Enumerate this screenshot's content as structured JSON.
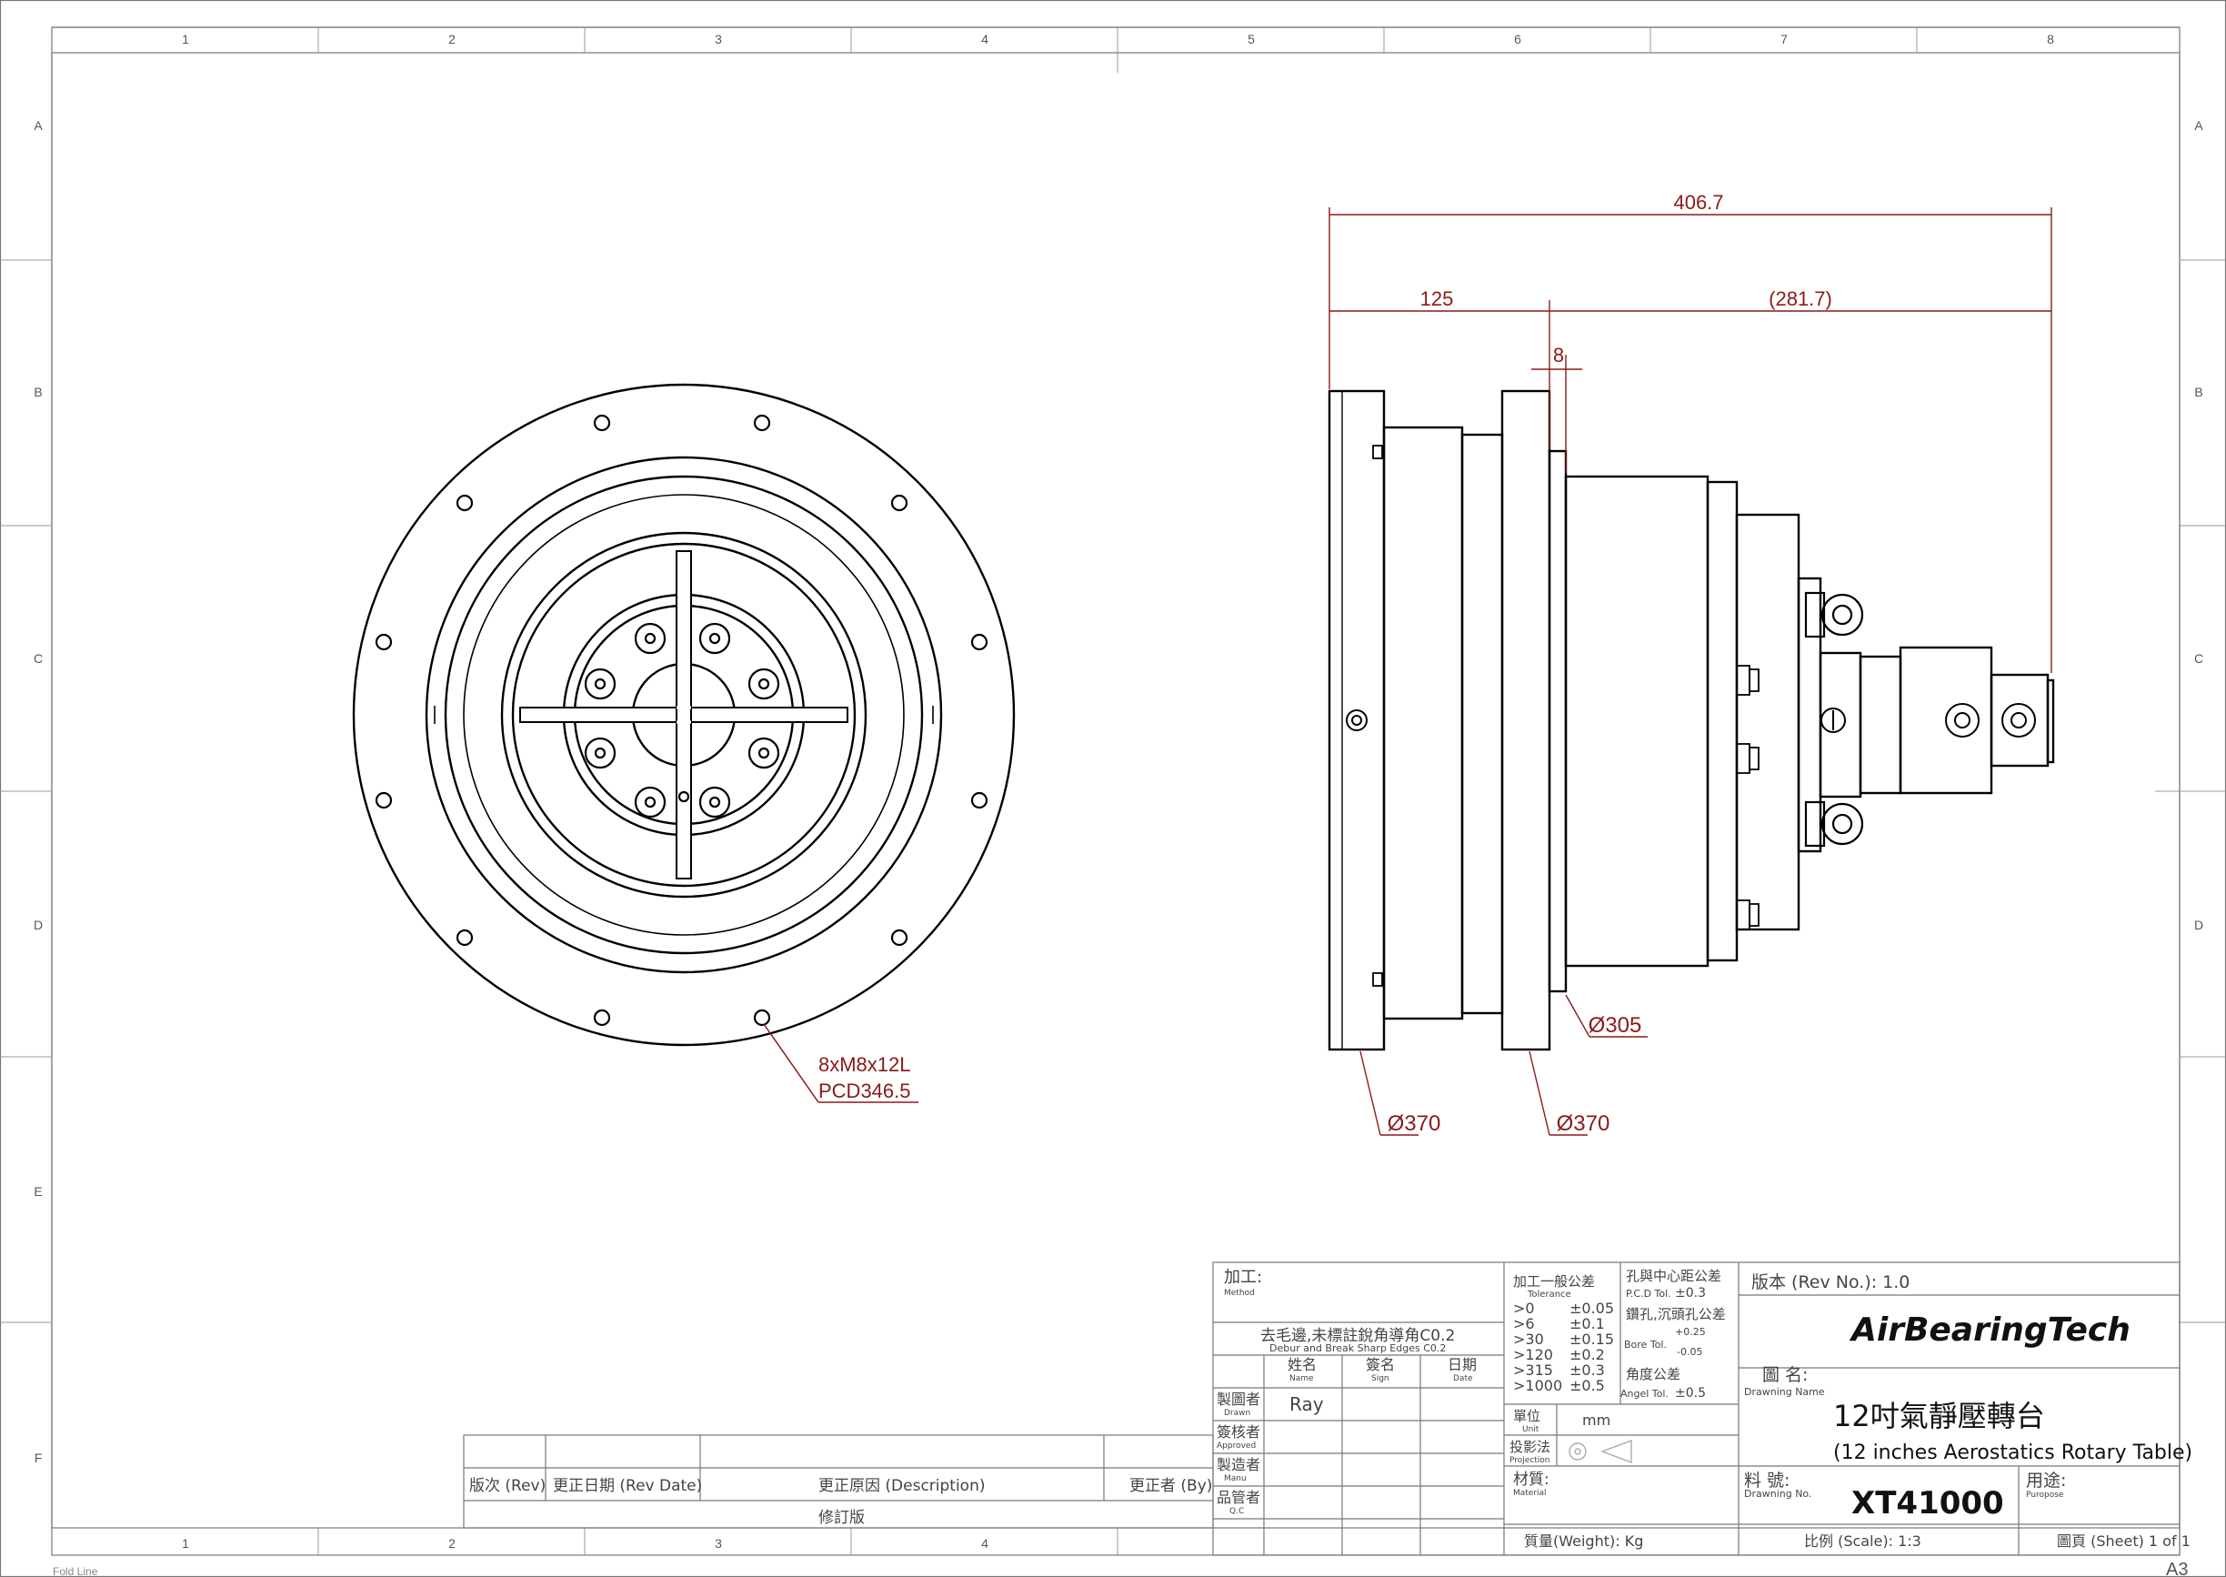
{
  "sheet": {
    "size_label": "A3",
    "fold_line_label": "Fold Line",
    "col_labels": [
      "1",
      "2",
      "3",
      "4",
      "5",
      "6",
      "7",
      "8"
    ],
    "row_labels": [
      "A",
      "B",
      "C",
      "D",
      "E",
      "F"
    ]
  },
  "colors": {
    "line": "#000000",
    "dimension": "#8b1a1a",
    "border": "#666666",
    "text": "#444444"
  },
  "front_view": {
    "callout_line1": "8xM8x12L",
    "callout_line2": "PCD346.5"
  },
  "side_view": {
    "dim_overall": "406.7",
    "dim_left": "125",
    "dim_right": "(281.7)",
    "dim_gap": "8",
    "dia_305": "Ø305",
    "dia_370_a": "Ø370",
    "dia_370_b": "Ø370"
  },
  "revision_table": {
    "col_rev": "版次 (Rev)",
    "col_date": "更正日期 (Rev Date)",
    "col_desc": "更正原因 (Description)",
    "col_by": "更正者 (By)",
    "footer": "修訂版"
  },
  "title_block": {
    "method_zh": "加工:",
    "method_en": "Method",
    "deburr_zh": "去毛邊,未標註銳角導角C0.2",
    "deburr_en": "Debur and Break Sharp Edges C0.2",
    "name_zh": "姓名",
    "name_en": "Name",
    "sign_zh": "簽名",
    "sign_en": "Sign",
    "date_zh": "日期",
    "date_en": "Date",
    "drawn_zh": "製圖者",
    "drawn_en": "Drawn",
    "drawn_by": "Ray",
    "approved_zh": "簽核者",
    "approved_en": "Approved",
    "manu_zh": "製造者",
    "manu_en": "Manu",
    "qc_zh": "品管者",
    "qc_en": "Q.C",
    "tol_title_zh": "加工一般公差",
    "tol_title_en": "Tolerance",
    "tol_rows": [
      {
        "range": ">0",
        "tol": "±0.05"
      },
      {
        "range": ">6",
        "tol": "±0.1"
      },
      {
        "range": ">30",
        "tol": "±0.15"
      },
      {
        "range": ">120",
        "tol": "±0.2"
      },
      {
        "range": ">315",
        "tol": "±0.3"
      },
      {
        "range": ">1000",
        "tol": "±0.5"
      }
    ],
    "pcd_tol_zh": "孔與中心距公差",
    "pcd_tol_en": "P.C.D Tol.",
    "pcd_tol_val": "±0.3",
    "bore_zh": "鑽孔,沉頭孔公差",
    "bore_en": "Bore Tol.",
    "bore_plus": "+0.25",
    "bore_minus": "-0.05",
    "angle_zh": "角度公差",
    "angle_en": "Angel Tol.",
    "angle_val": "±0.5",
    "unit_zh": "單位",
    "unit_en": "Unit",
    "unit_val": "mm",
    "proj_zh": "投影法",
    "proj_en": "Projection",
    "material_zh": "材質:",
    "material_en": "Material",
    "weight": "質量(Weight):  Kg",
    "rev_no": "版本 (Rev No.):  1.0",
    "company": "AirBearingTech",
    "dwg_name_zh": "圖  名:",
    "dwg_name_en": "Drawning Name",
    "title_zh": "12吋氣靜壓轉台",
    "title_en": "(12 inches Aerostatics Rotary Table)",
    "dwg_no_zh": "料  號:",
    "dwg_no_en": "Drawning No.",
    "dwg_no": "XT41000",
    "purpose_zh": "用途:",
    "purpose_en": "Puropose",
    "scale": "比例 (Scale): 1:3",
    "sheet": "圖頁 (Sheet)  1 of 1"
  }
}
